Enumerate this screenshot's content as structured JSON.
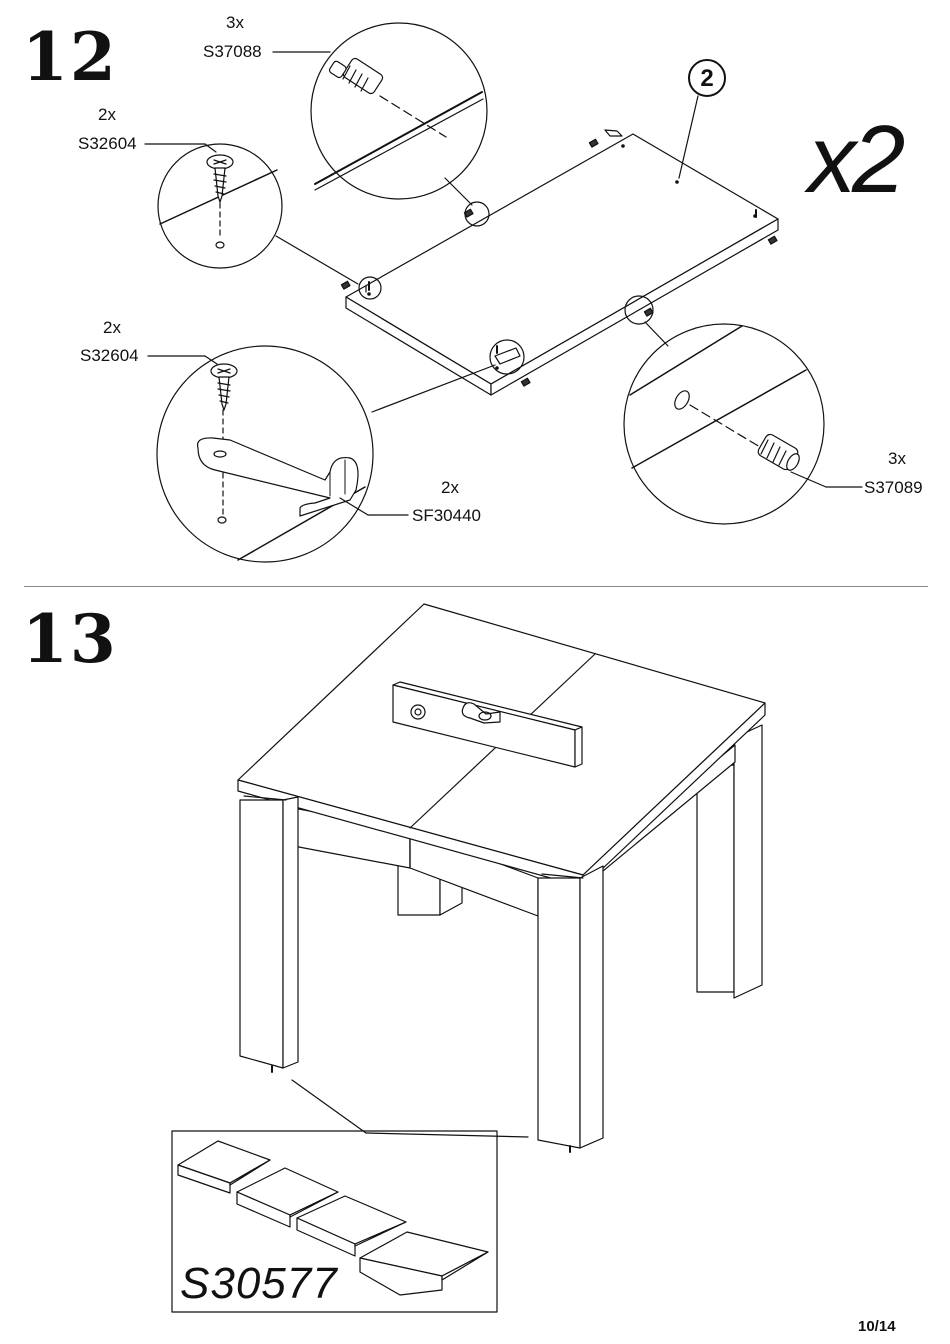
{
  "page": "10/14",
  "step12": {
    "number": "12",
    "multiplier": "x2",
    "panel_badge": "2",
    "parts": [
      {
        "qty": "3x",
        "code": "S37088"
      },
      {
        "qty": "2x",
        "code": "S32604"
      },
      {
        "qty": "2x",
        "code": "S32604"
      },
      {
        "qty": "2x",
        "code": "SF30440"
      },
      {
        "qty": "3x",
        "code": "S37089"
      }
    ]
  },
  "step13": {
    "number": "13",
    "shim_code": "S30577"
  }
}
